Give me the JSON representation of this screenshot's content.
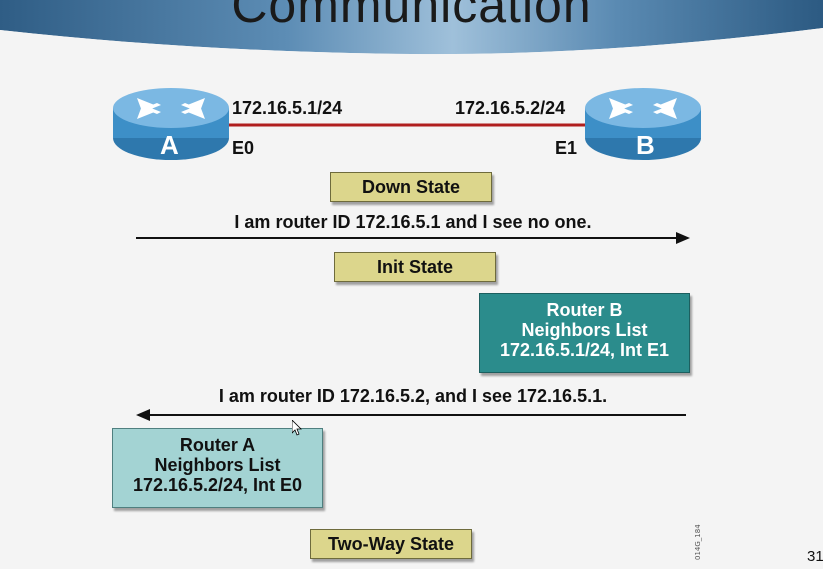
{
  "slide": {
    "title": "Communication",
    "page_number": "31",
    "figure_id": "014G_184"
  },
  "routers": {
    "a": {
      "label": "A",
      "ip": "172.16.5.1/24",
      "interface": "E0",
      "icon": "router-icon"
    },
    "b": {
      "label": "B",
      "ip": "172.16.5.2/24",
      "interface": "E1",
      "icon": "router-icon"
    }
  },
  "states": {
    "down": "Down State",
    "init": "Init State",
    "two_way": "Two-Way State"
  },
  "messages": {
    "hello_a": "I am router ID 172.16.5.1 and I see no one.",
    "hello_b": "I am router ID 172.16.5.2, and I see 172.16.5.1."
  },
  "neighbor_lists": {
    "b": {
      "line1": "Router B",
      "line2": "Neighbors List",
      "line3": "172.16.5.1/24, Int E1"
    },
    "a": {
      "line1": "Router A",
      "line2": "Neighbors List",
      "line3": "172.16.5.2/24, Int E0"
    }
  },
  "colors": {
    "title_band": "#4f7fa6",
    "link": "#b01e1e",
    "router_body": "#3d8fc7",
    "router_top": "#7bb8e3",
    "state_box": "#dcd68c",
    "neighbor_b": "#2b8c8c",
    "neighbor_a": "#a3d3d3"
  }
}
